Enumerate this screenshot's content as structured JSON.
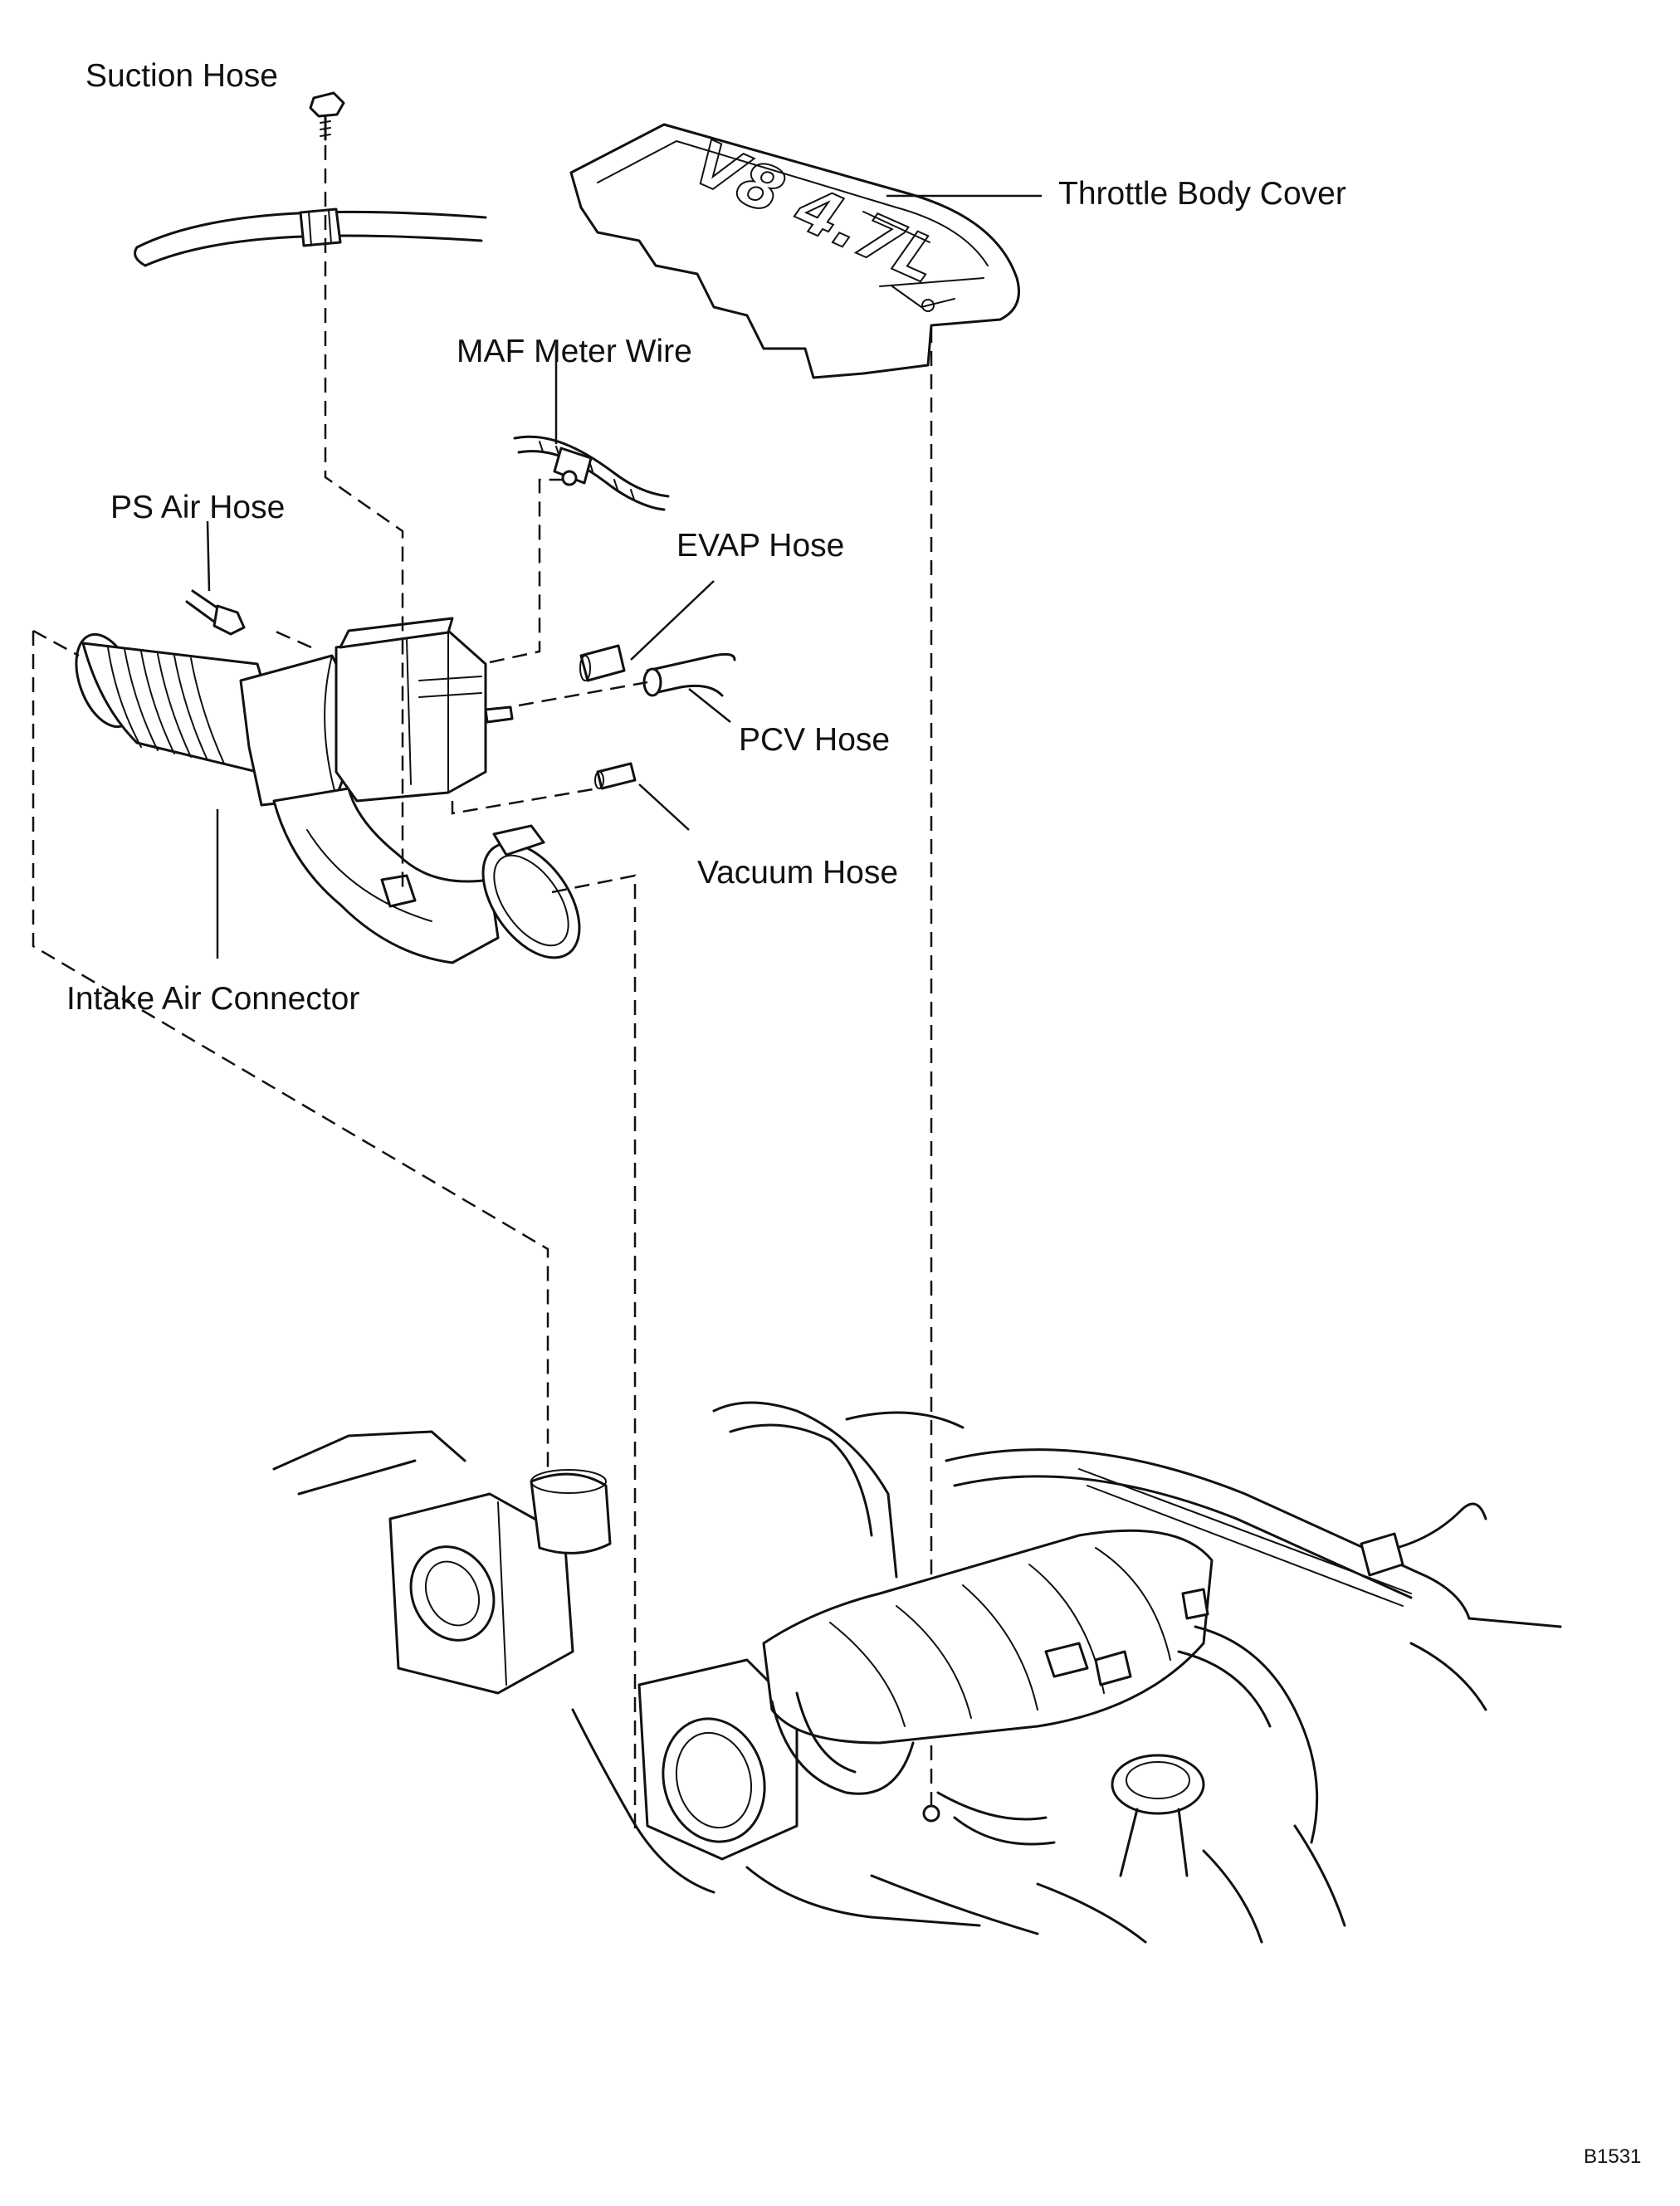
{
  "labels": {
    "suction_hose": "Suction Hose",
    "throttle_body_cover": "Throttle Body Cover",
    "maf_meter_wire": "MAF Meter Wire",
    "ps_air_hose": "PS Air Hose",
    "evap_hose": "EVAP Hose",
    "pcv_hose": "PCV Hose",
    "vacuum_hose": "Vacuum Hose",
    "intake_air_connector": "Intake Air Connector"
  },
  "cover_marking": "V8 4.7L",
  "figure_code": "B1531"
}
